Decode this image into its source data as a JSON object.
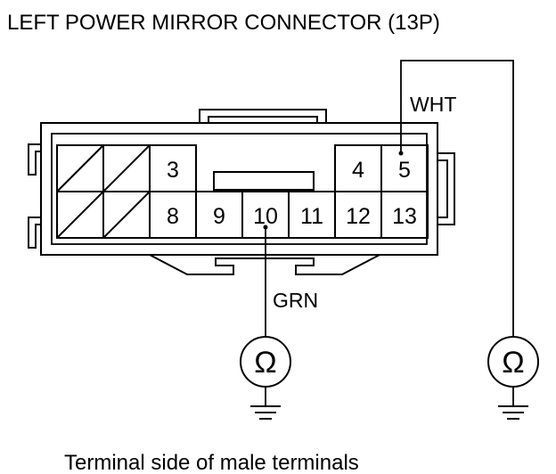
{
  "title": "LEFT POWER MIRROR CONNECTOR (13P)",
  "caption": "Terminal side of male terminals",
  "wires": {
    "top_right": "WHT",
    "bottom": "GRN"
  },
  "meter_symbol": "Ω",
  "pins": {
    "row1": [
      "3",
      "4",
      "5"
    ],
    "row2": [
      "8",
      "9",
      "10",
      "11",
      "12",
      "13"
    ]
  },
  "connections": [
    {
      "pin": "5",
      "wire": "WHT",
      "to": "ohmmeter-ground"
    },
    {
      "pin": "10",
      "wire": "GRN",
      "to": "ohmmeter-ground"
    }
  ]
}
